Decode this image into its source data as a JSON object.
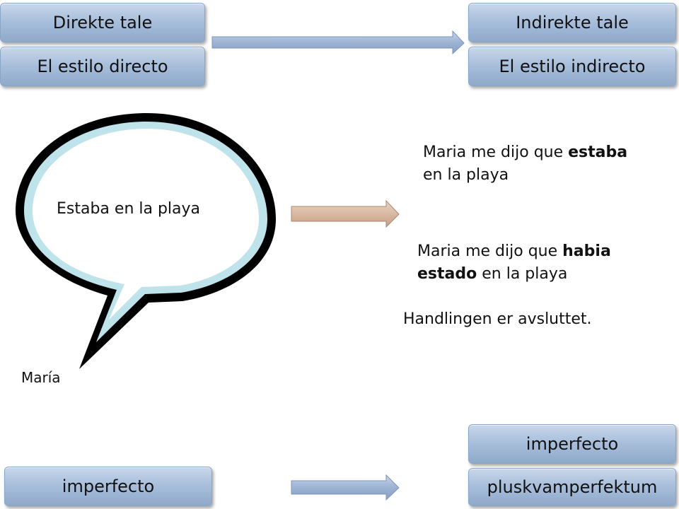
{
  "header": {
    "left_top": "Direkte tale",
    "left_bottom": "El estilo directo",
    "right_top": "Indirekte tale",
    "right_bottom": "El estilo indirecto"
  },
  "bubble": {
    "text": "Estaba en la playa",
    "speaker": "María"
  },
  "result1": {
    "pre": "Maria me dijo que ",
    "bold": "estaba",
    "post": "en la playa"
  },
  "result2": {
    "pre": "Maria me dijo que ",
    "bold1": "habia",
    "bold2": "estado",
    "post": " en la playa"
  },
  "note": "Handlingen er avsluttet.",
  "footer": {
    "left": "imperfecto",
    "right_top": "imperfecto",
    "right_bottom": "pluskvamperfektum"
  },
  "colors": {
    "box_fill_top": "#c9d7ea",
    "box_fill_bottom": "#8fa9ca",
    "arrow_blue": "#9db3d3",
    "arrow_tan": "#d9b9a2",
    "bubble_outline": "#000000",
    "bubble_inner": "#bfe3ea"
  }
}
